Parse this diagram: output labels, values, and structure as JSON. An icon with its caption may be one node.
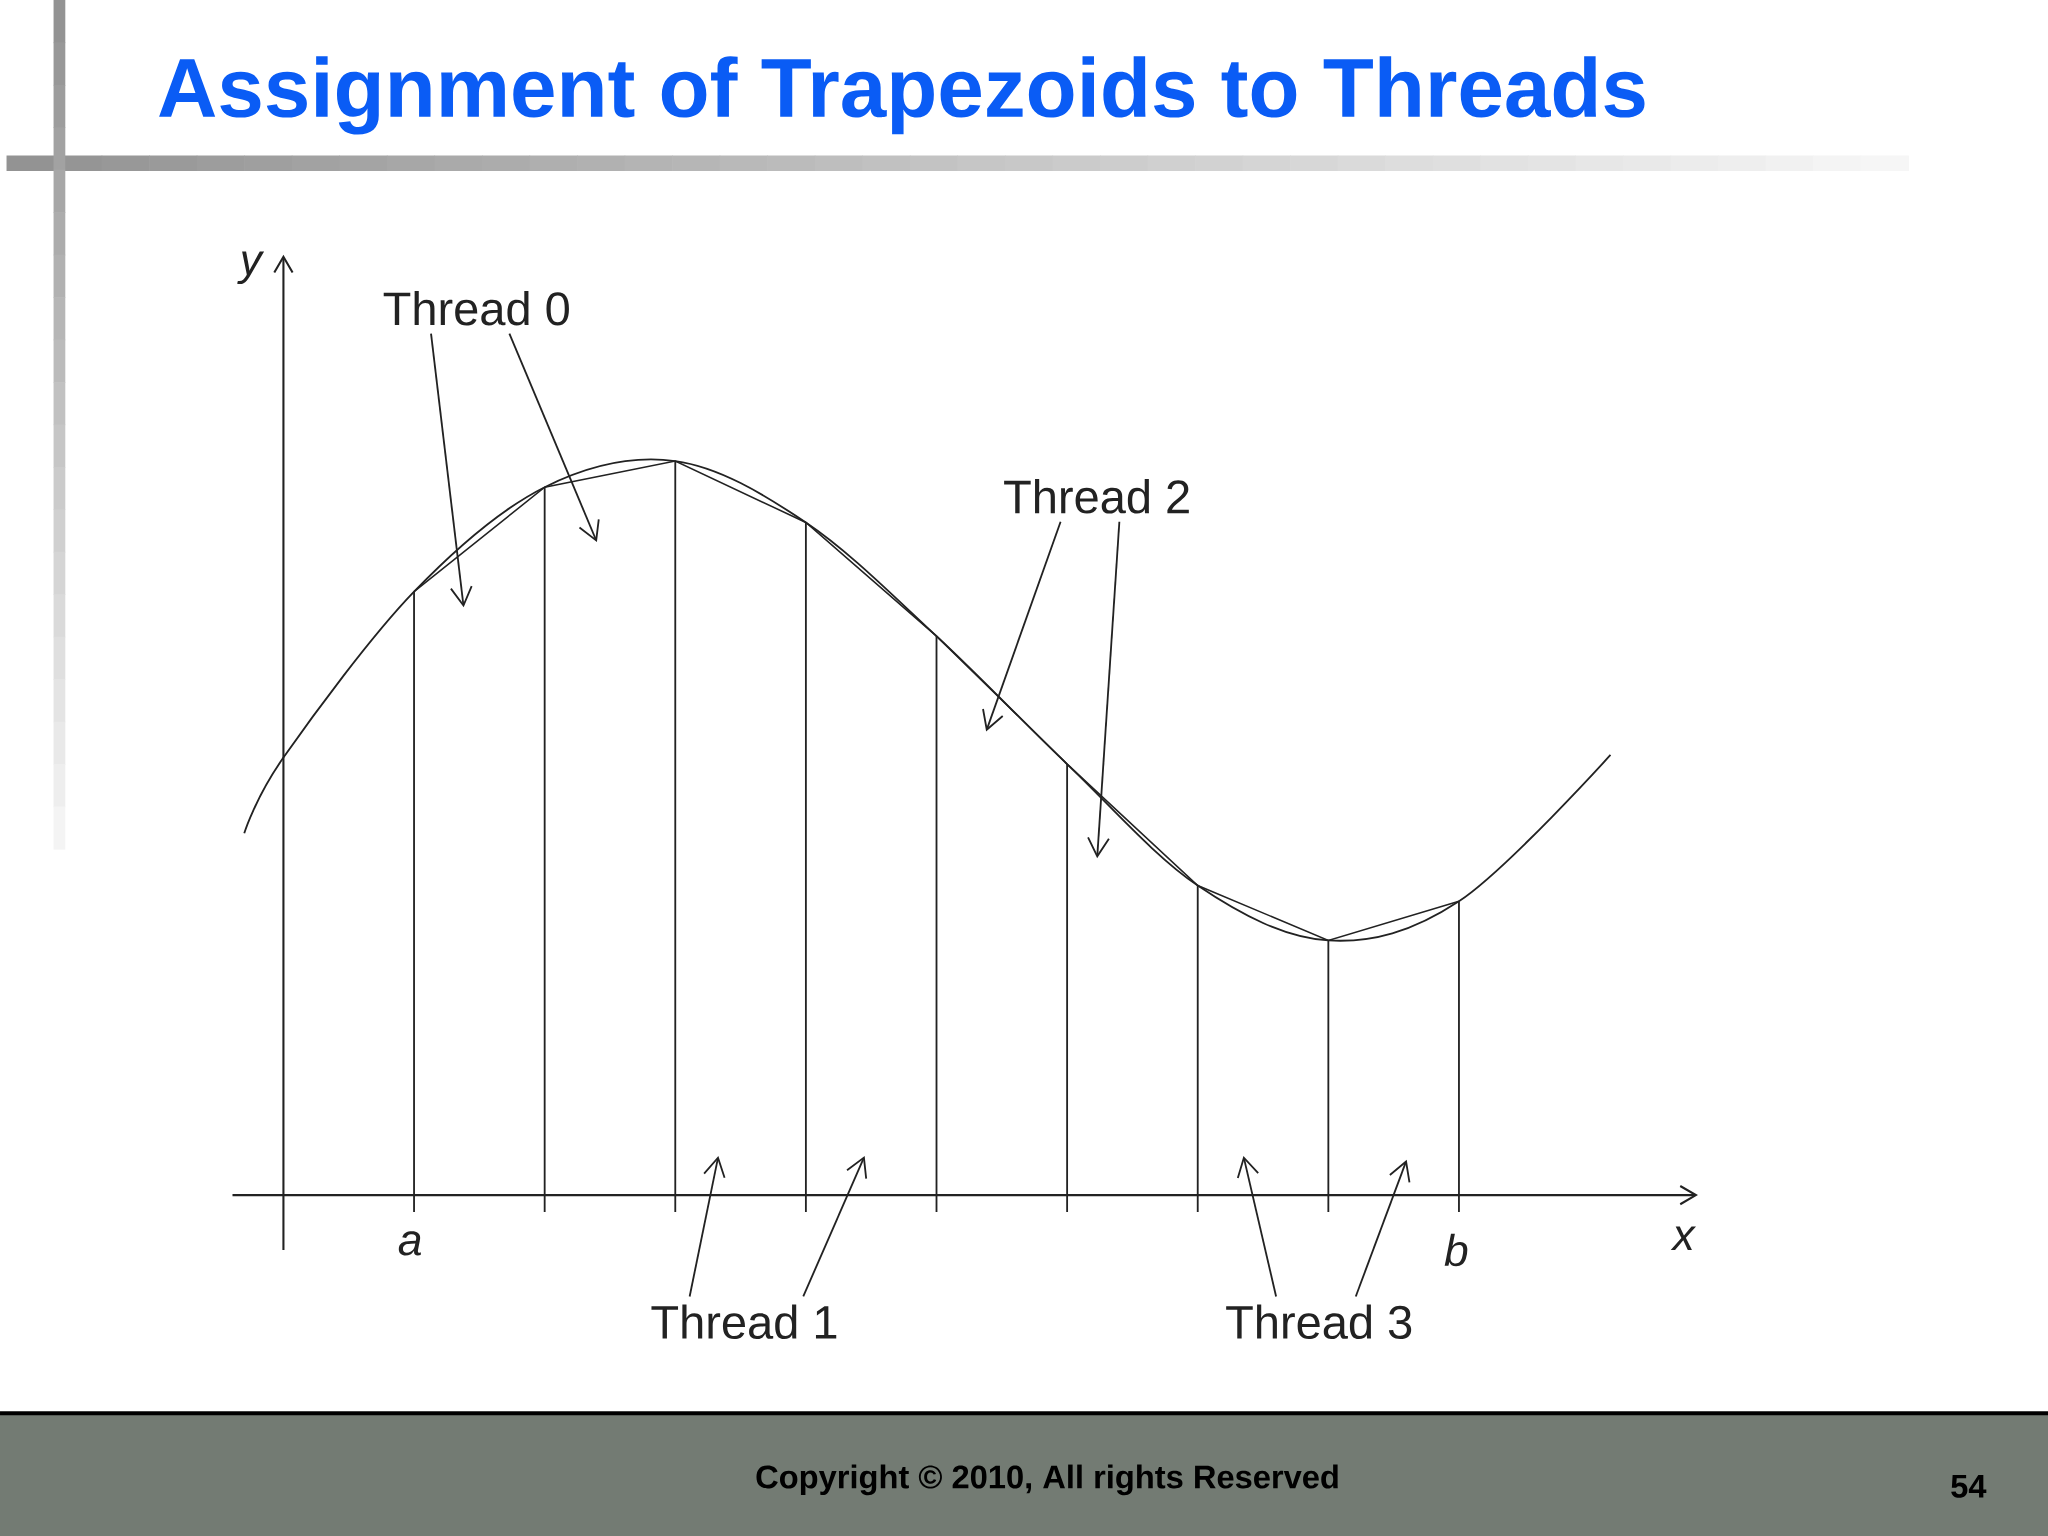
{
  "diagram": {
    "title": "Assignment of Trapezoids to Threads",
    "nodes": [
      {
        "text": [
          "Thread 0"
        ]
      },
      {
        "text": [
          "Thread 2"
        ]
      },
      {
        "text": [
          "Thread 1"
        ]
      },
      {
        "text": [
          "Thread 3"
        ]
      }
    ],
    "edges": [
      {
        "from": 0,
        "to": null,
        "arrow": "to"
      },
      {
        "from": 0,
        "to": null,
        "arrow": "to"
      },
      {
        "from": 1,
        "to": null,
        "arrow": "to"
      },
      {
        "from": 1,
        "to": null,
        "arrow": "to"
      },
      {
        "from": 2,
        "to": null,
        "arrow": "to"
      },
      {
        "from": 2,
        "to": null,
        "arrow": "to"
      },
      {
        "from": 3,
        "to": null,
        "arrow": "to"
      },
      {
        "from": 3,
        "to": null,
        "arrow": "to"
      }
    ],
    "labels": [
      "y",
      "a",
      "b",
      "x",
      "Copyright © 2010, All rights Reserved",
      "54"
    ]
  }
}
